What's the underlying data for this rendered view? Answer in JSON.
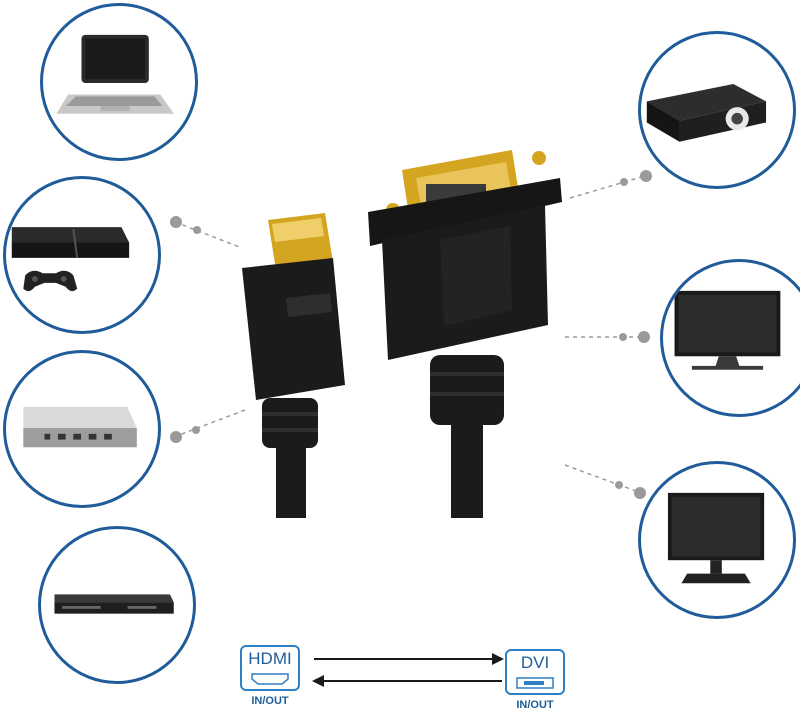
{
  "devices_left": [
    "laptop",
    "game-console",
    "mini-pc",
    "dvd-player"
  ],
  "devices_right": [
    "projector",
    "tv",
    "monitor"
  ],
  "legend": {
    "left_title": "HDMI",
    "left_sub": "IN/OUT",
    "right_title": "DVI",
    "right_sub": "IN/OUT"
  },
  "colors": {
    "circle_border": "#1f5c99",
    "legend_blue": "#2f7fc4",
    "connector_gold": "#d4a521",
    "cable_black": "#1b1b1b",
    "dots": "#9a9a9a"
  }
}
